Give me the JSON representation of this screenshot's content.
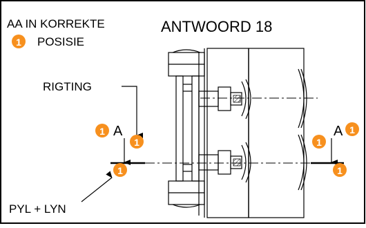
{
  "header": {
    "title": "ANTWOORD 18",
    "note_line1": "AA IN KORREKTE",
    "note_line2": "POSISIE"
  },
  "labels": {
    "direction": "RIGTING",
    "arrow_line": "PYL + LYN",
    "section_letter": "A"
  },
  "markers": {
    "number": "1",
    "color": "#f7901e"
  },
  "colors": {
    "border": "#000000",
    "line": "#000000",
    "background": "#ffffff"
  }
}
